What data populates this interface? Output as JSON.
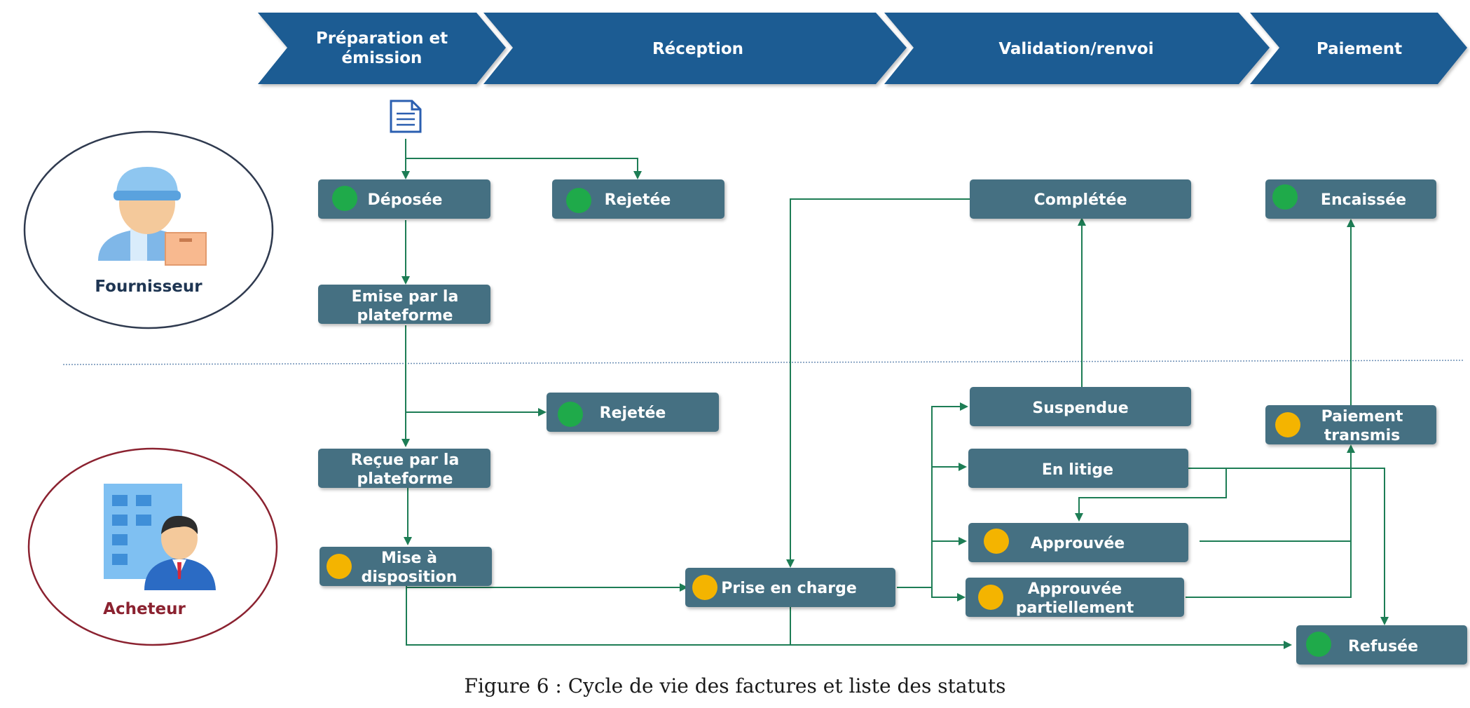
{
  "phases": {
    "preparation_line1": "Préparation et",
    "preparation_line2": "émission",
    "reception": "Réception",
    "validation": "Validation/renvoi",
    "paiement": "Paiement"
  },
  "actors": {
    "fournisseur": "Fournisseur",
    "acheteur": "Acheteur"
  },
  "statuses": {
    "deposee": "Déposée",
    "rejetee_fournisseur": "Rejetée",
    "emise_line1": "Emise par la",
    "emise_line2": "plateforme",
    "rejetee_acheteur": "Rejetée",
    "recue_line1": "Reçue par la",
    "recue_line2": "plateforme",
    "mise_line1": "Mise à",
    "mise_line2": "disposition",
    "prise_en_charge": "Prise en charge",
    "completee": "Complétée",
    "suspendue": "Suspendue",
    "en_litige": "En litige",
    "approuvee": "Approuvée",
    "approuvee_part_line1": "Approuvée",
    "approuvee_part_line2": "partiellement",
    "encaissee": "Encaissée",
    "paiement_line1": "Paiement",
    "paiement_line2": "transmis",
    "refusee": "Refusée"
  },
  "caption": "Figure 6 : Cycle de vie des factures et liste des statuts",
  "colors": {
    "chevron": "#1f5b93",
    "box": "#456f82",
    "arrow": "#1d7d55",
    "dot_green": "#1faa4a",
    "dot_yellow": "#f4b400",
    "fournisseur_ring": "#2f3a4f",
    "acheteur_ring": "#8b2230",
    "acheteur_text": "#8b2230",
    "fournisseur_text": "#1e3552"
  }
}
